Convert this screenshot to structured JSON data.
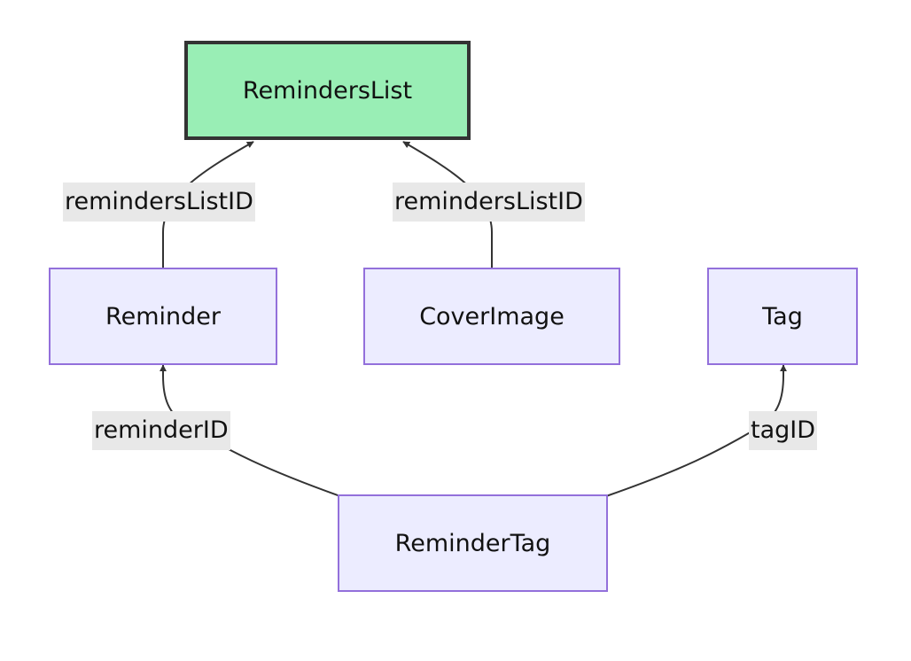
{
  "nodes": {
    "reminders_list": "RemindersList",
    "reminder": "Reminder",
    "cover_image": "CoverImage",
    "tag": "Tag",
    "reminder_tag": "ReminderTag"
  },
  "edges": {
    "reminder_to_list": "remindersListID",
    "cover_to_list": "remindersListID",
    "tag_link_to_reminder": "reminderID",
    "tag_link_to_tag": "tagID"
  },
  "colors": {
    "root_fill": "#99eeb5",
    "root_border": "#333333",
    "entity_fill": "#ececff",
    "entity_border": "#9370db",
    "edge": "#333333",
    "label_bg": "#e8e8e8"
  }
}
